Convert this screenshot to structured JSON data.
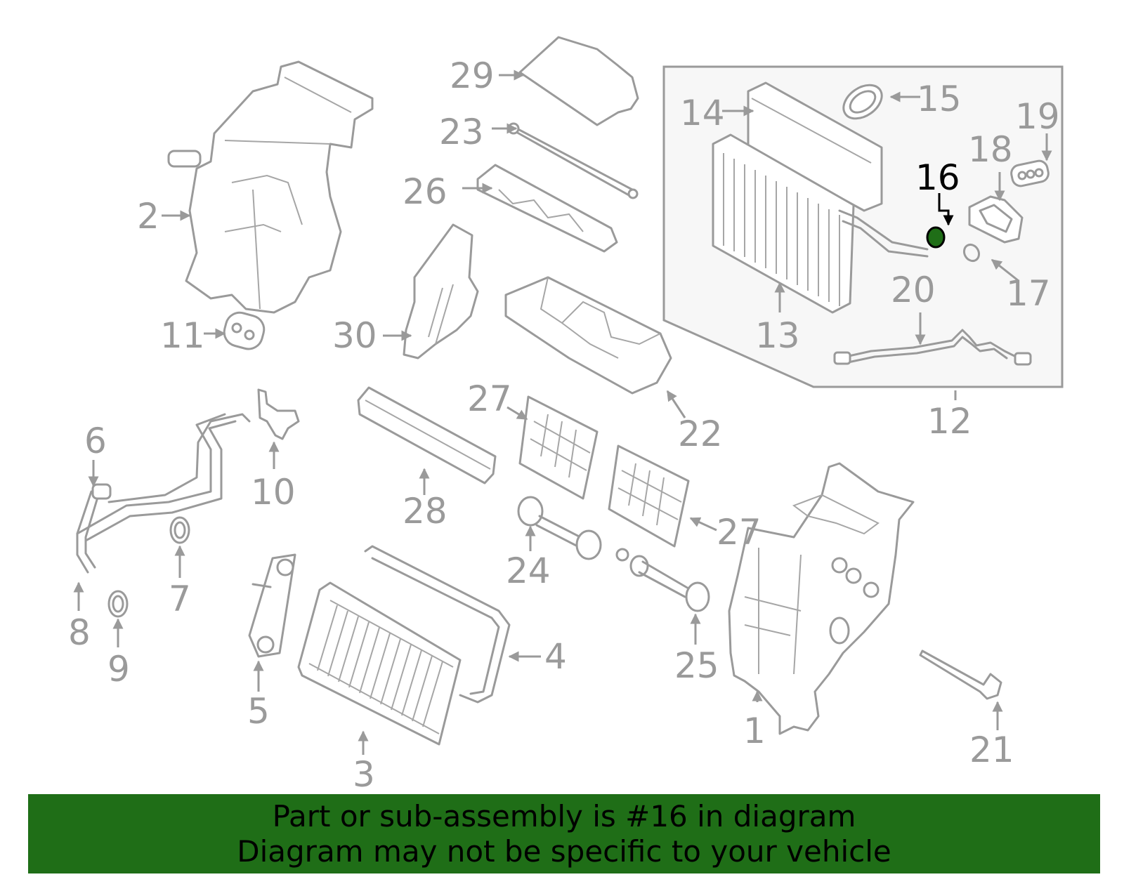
{
  "callouts": {
    "n1": "1",
    "n2": "2",
    "n3": "3",
    "n4": "4",
    "n5": "5",
    "n6": "6",
    "n7": "7",
    "n8": "8",
    "n9": "9",
    "n10": "10",
    "n11": "11",
    "n12": "12",
    "n13": "13",
    "n14": "14",
    "n15": "15",
    "n16": "16",
    "n17": "17",
    "n18": "18",
    "n19": "19",
    "n20": "20",
    "n21": "21",
    "n22": "22",
    "n23": "23",
    "n24": "24",
    "n25": "25",
    "n26": "26",
    "n27a": "27",
    "n27b": "27",
    "n28": "28",
    "n29": "29",
    "n30": "30"
  },
  "highlight": {
    "part": "16",
    "color": "#1f6e17"
  },
  "banner": {
    "line1": "Part or sub-assembly is #16 in diagram",
    "line2": "Diagram may not be specific to your vehicle",
    "background": "#1f6e17"
  }
}
